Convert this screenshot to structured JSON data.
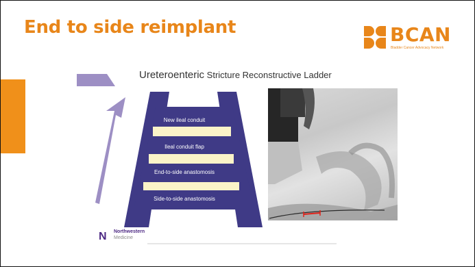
{
  "slide": {
    "title": "End to side reimplant"
  },
  "logo": {
    "name": "BCAN",
    "tagline": "Bladder Cancer Advocacy Network"
  },
  "figure": {
    "title_part1": "Ureteroenteric",
    "title_part2": " Stricture Reconstructive Ladder",
    "rungs": [
      "New ileal conduit",
      "Ileal conduit flap",
      "End-to-side anastomosis",
      "Side-to-side anastomosis"
    ]
  },
  "institution": {
    "line1": "Northwestern",
    "line2": "Medicine"
  },
  "colors": {
    "brand_orange": "#e8861a",
    "ladder_purple": "#3f3a86",
    "arrow_lavender": "#9d8fc4",
    "rung_cream": "#fbf3c8"
  }
}
